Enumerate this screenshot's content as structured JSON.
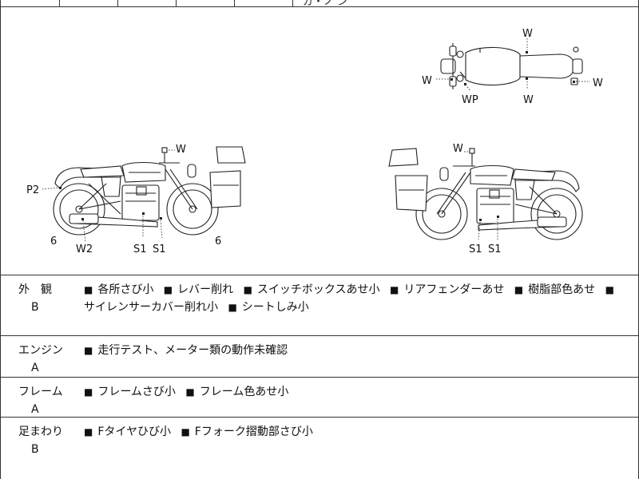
{
  "top_strip": {
    "partial_text": "ガ・ノ ン"
  },
  "diagram": {
    "left_bike_markers": {
      "w_handle": "W",
      "p2": "P2",
      "six_front": "6",
      "w2": "W2",
      "s1_a": "S1",
      "s1_b": "S1",
      "six_rear": "6"
    },
    "right_bike_markers": {
      "w_handle": "W",
      "s1_a": "S1",
      "s1_b": "S1"
    },
    "top_view_markers": {
      "w_top": "W",
      "w_left": "W",
      "wp": "WP",
      "w_bottom": "W",
      "w_right": "W"
    }
  },
  "sections": [
    {
      "category": "外　観",
      "grade": "B",
      "items": [
        "各所さび小",
        "レバー削れ",
        "スイッチボックスあせ小",
        "リアフェンダーあせ",
        "樹脂部色あせ",
        "サイレンサーカバー削れ小",
        "シートしみ小"
      ]
    },
    {
      "category": "エンジン",
      "grade": "A",
      "items": [
        "走行テスト、メーター類の動作未確認"
      ]
    },
    {
      "category": "フレーム",
      "grade": "A",
      "items": [
        "フレームさび小",
        "フレーム色あせ小"
      ]
    },
    {
      "category": "足まわり",
      "grade": "B",
      "items": [
        "Fタイヤひび小",
        "Fフォーク摺動部さび小"
      ]
    }
  ],
  "bullet": "■"
}
